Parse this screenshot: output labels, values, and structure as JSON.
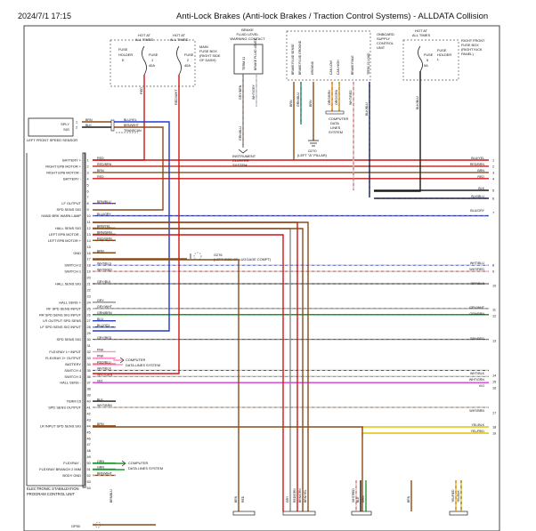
{
  "header": {
    "timestamp": "2024/7/1 17:15",
    "title": "Anti-Lock Brakes (Anti-lock Brakes / Traction Control Systems) - ALLDATA Collision"
  },
  "components": {
    "fuse1": {
      "top": [
        "HOT AT",
        "ALL TIMES"
      ],
      "name": "FUSE",
      "num": "1",
      "amp": "40A",
      "holder": [
        "FUSE",
        "HOLDER",
        "E"
      ]
    },
    "fuse2": {
      "top": [
        "HOT AT",
        "ALL TIMES"
      ],
      "name": "FUSE",
      "num": "2",
      "amp": "40A",
      "box": [
        "MAIN",
        "FUSE BOX",
        "(RIGHT SIDE",
        "OF DASH)"
      ]
    },
    "brake_contact": {
      "label": [
        "BRAKE",
        "FLUID LEVEL",
        "WARNING CONTACT"
      ],
      "pins": [
        "TERM 31",
        "BRAKE FLUID LEVEL"
      ]
    },
    "obc": {
      "label": [
        "ONBOARD",
        "SUPPLY",
        "CONTROL",
        "UNIT"
      ],
      "pins": [
        "BRAKE FLUID SENSE",
        "BRAKE FLUID GROUND",
        "GROUND",
        "CAN LOW",
        "CAN HIGH",
        "BRAKE FAILE",
        "TERM 15 LOAD"
      ]
    },
    "fuse3": {
      "top": [
        "HOT AT",
        "ALL TIMES"
      ],
      "name": "FUSE",
      "num": "5",
      "amp": "5A",
      "holder": [
        "FUSE",
        "HOLDER",
        "L"
      ],
      "box": [
        "RIGHT FRONT",
        "FUSE BOX",
        "(RIGHT KICK",
        "PANEL)"
      ]
    },
    "sensor": {
      "pins": [
        "SPLY",
        "SIG"
      ],
      "label": "LEFT FRONT SPEED SENSOR"
    },
    "ecu_label": [
      "ELECTRONIC STABILIZATION",
      "PROGRAM CONTROL UNIT"
    ],
    "cluster": [
      "INSTRUMENT",
      "CLUSTER",
      "SYSTEM"
    ],
    "cds1": [
      "COMPUTER",
      "DATA",
      "LINES",
      "SYSTEM"
    ],
    "g270": [
      "G270",
      "(LEFT \"A\" PILLAR)"
    ],
    "g276": [
      "G276",
      "(LEFT SIDE OF LUGGAGE COMPT)"
    ],
    "cds_flex": [
      "COMPUTER",
      "DATA LINES SYSTEM"
    ],
    "cds_fr": [
      "COMPUTER",
      "DATA LINES SYSTEM"
    ],
    "gp50": "GP50"
  },
  "upper_wires": [
    "RED",
    "RED/WHT",
    "GRY/BRN",
    "WHT/GRY",
    "BRN",
    "WHT/BLU",
    "GRN/BLU",
    "BRN",
    "ORG/BRN",
    "ORG/GRN",
    "WHT/RED",
    "BLK/BLU"
  ],
  "sensor_wires": [
    {
      "pin": "1",
      "color": "BRN",
      "far": "BLU/YEL"
    },
    {
      "pin": "2",
      "color": "BLK",
      "far": "BRN/WHT"
    },
    {
      "pin": "",
      "color": "",
      "far": "TRANSCAN"
    }
  ],
  "ecu_pins": [
    {
      "label": "BATTERY +",
      "pin": "1",
      "wire": "RED"
    },
    {
      "label": "RIGHT EPB MOTOR +",
      "pin": "2",
      "wire": "RED/BRN"
    },
    {
      "label": "RIGHT EPB MOTOR -",
      "pin": "3",
      "wire": "BRN"
    },
    {
      "label": "BATTERY -",
      "pin": "4",
      "wire": "RED"
    },
    {
      "label": "",
      "pin": "5",
      "wire": ""
    },
    {
      "label": "",
      "pin": "6",
      "wire": ""
    },
    {
      "label": "",
      "pin": "7",
      "wire": ""
    },
    {
      "label": "LF OUTPUT",
      "pin": "8",
      "wire": "BRN/BLU"
    },
    {
      "label": "SPD SENS SIG",
      "pin": "9",
      "wire": ""
    },
    {
      "label": "HAND BRK WARN LAMP",
      "pin": "10",
      "wire": "BLU/GRY"
    },
    {
      "label": "",
      "pin": "11",
      "wire": ""
    },
    {
      "label": "HALL SENS SIG",
      "pin": "12",
      "wire": "BRN/YEL"
    },
    {
      "label": "LEFT EPB MOTOR -",
      "pin": "13",
      "wire": "BRN/GRN"
    },
    {
      "label": "LEFT EPB MOTOR +",
      "pin": "14",
      "wire": "RED/GRN"
    },
    {
      "label": "",
      "pin": "15",
      "wire": ""
    },
    {
      "label": "GND",
      "pin": "16",
      "wire": "BRN"
    },
    {
      "label": "",
      "pin": "17",
      "wire": ""
    },
    {
      "label": "SWITCH 2",
      "pin": "18",
      "wire": "WHT/BLU"
    },
    {
      "label": "SWITCH 1",
      "pin": "19",
      "wire": "WHT/RED"
    },
    {
      "label": "",
      "pin": "20",
      "wire": ""
    },
    {
      "label": "HALL SENS SIG",
      "pin": "21",
      "wire": "GRY/BLK"
    },
    {
      "label": "",
      "pin": "22",
      "wire": ""
    },
    {
      "label": "",
      "pin": "23",
      "wire": ""
    },
    {
      "label": "HALL SENS +",
      "pin": "24",
      "wire": "GRY"
    },
    {
      "label": "RF SPD SENS INPUT",
      "pin": "25",
      "wire": "GRY/WHT"
    },
    {
      "label": "RR SPD SENS SIG INPUT",
      "pin": "26",
      "wire": "GRN/BRN"
    },
    {
      "label": "LR OUTPUT SPD SENS",
      "pin": "27",
      "wire": "BLU"
    },
    {
      "label": "LF SPD SENS SIG INPUT",
      "pin": "28",
      "wire": "BLU/YEL"
    },
    {
      "label": "",
      "pin": "29",
      "wire": ""
    },
    {
      "label": "SPD SENS SIG",
      "pin": "30",
      "wire": "GRY/RED"
    },
    {
      "label": "",
      "pin": "31",
      "wire": ""
    },
    {
      "label": "FLEXRAY 1+ INPUT",
      "pin": "32",
      "wire": "PNK"
    },
    {
      "label": "FLEXRAY 2+ OUTPUT",
      "pin": "33",
      "wire": "PNK"
    },
    {
      "label": "BATTERY",
      "pin": "34",
      "wire": "RED/BLU"
    },
    {
      "label": "SWITCH 4",
      "pin": "35",
      "wire": "WHT/BLK"
    },
    {
      "label": "SWITCH 3",
      "pin": "36",
      "wire": "WHT/GRN"
    },
    {
      "label": "HALL SENS -",
      "pin": "37",
      "wire": "VIO"
    },
    {
      "label": "",
      "pin": "38",
      "wire": ""
    },
    {
      "label": "",
      "pin": "39",
      "wire": ""
    },
    {
      "label": "TERM 15",
      "pin": "40",
      "wire": "BLK"
    },
    {
      "label": "SPD SENS OUTPUT",
      "pin": "41",
      "wire": "WHT/BRN"
    },
    {
      "label": "",
      "pin": "42",
      "wire": ""
    },
    {
      "label": "",
      "pin": "43",
      "wire": ""
    },
    {
      "label": "LR INPUT SPD SENS SIG",
      "pin": "44",
      "wire": "BRN"
    },
    {
      "label": "",
      "pin": "45",
      "wire": ""
    },
    {
      "label": "",
      "pin": "46",
      "wire": ""
    },
    {
      "label": "",
      "pin": "47",
      "wire": ""
    },
    {
      "label": "",
      "pin": "48",
      "wire": ""
    },
    {
      "label": "",
      "pin": "49",
      "wire": ""
    },
    {
      "label": "FLEXRAY -",
      "pin": "50",
      "wire": "GRN"
    },
    {
      "label": "FLEXRAY BRANCH 2 IMM",
      "pin": "51",
      "wire": "GRN"
    },
    {
      "label": "BODY GND",
      "pin": "52",
      "wire": "BRN/WHT"
    },
    {
      "label": "",
      "pin": "53",
      "wire": ""
    },
    {
      "label": "",
      "pin": "54",
      "wire": ""
    }
  ],
  "right_wires": [
    {
      "pin": "1",
      "wire": "BLU/YEL"
    },
    {
      "pin": "2",
      "wire": "RED/BRN"
    },
    {
      "pin": "3",
      "wire": "BRN"
    },
    {
      "pin": "4",
      "wire": "RED"
    },
    {
      "pin": "5",
      "wire": "BLK"
    },
    {
      "pin": "6",
      "wire": "BLK/BLU"
    },
    {
      "pin": "7",
      "wire": "BLU/GRY"
    },
    {
      "pin": "8",
      "wire": "WHT/BLU"
    },
    {
      "pin": "9",
      "wire": "WHT/RED"
    },
    {
      "pin": "10",
      "wire": "GRY/BLK"
    },
    {
      "pin": "11",
      "wire": "GRY/WHT"
    },
    {
      "pin": "12",
      "wire": "GRN/BRN"
    },
    {
      "pin": "13",
      "wire": "GRY/RED"
    },
    {
      "pin": "14",
      "wire": "WHT/BLK"
    },
    {
      "pin": "15",
      "wire": "WHT/GRN"
    },
    {
      "pin": "16",
      "wire": "VIO"
    },
    {
      "pin": "17",
      "wire": "WHT/BRN"
    },
    {
      "pin": "18",
      "wire": "YEL/BLK"
    },
    {
      "pin": "19",
      "wire": "YEL/RED"
    }
  ],
  "bottom_wires": [
    "BRN",
    "RED",
    "GRY",
    "RED/GRN",
    "BRN/GRN",
    "BRN/YEL",
    "WHT/RED",
    "BLK",
    "GRN",
    "BRN",
    "YEL/RED",
    "YEL/BLK",
    "BRN/BLU"
  ]
}
